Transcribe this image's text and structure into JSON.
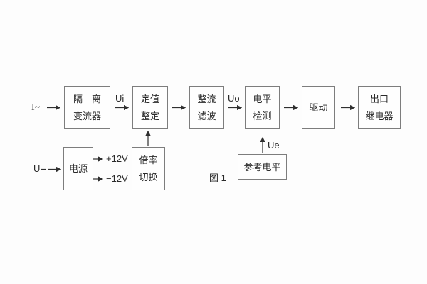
{
  "figure": {
    "caption": "图 1"
  },
  "labels": {
    "input_current": "I~",
    "input_voltage": "U",
    "ui": "Ui",
    "uo": "Uo",
    "ue": "Ue",
    "plus_12v": "+12V",
    "minus_12v": "−12V"
  },
  "blocks": {
    "isolation_transformer": {
      "line1": "隔　离",
      "line2": "变流器"
    },
    "setting_adjust": {
      "line1": "定值",
      "line2": "整定"
    },
    "rectify_filter": {
      "line1": "整流",
      "line2": "滤波"
    },
    "level_detect": {
      "line1": "电平",
      "line2": "检测"
    },
    "drive": {
      "line1": "驱动"
    },
    "outlet_relay": {
      "line1": "出口",
      "line2": "继电器"
    },
    "power_supply": {
      "line1": "电源"
    },
    "ratio_switch": {
      "line1": "倍率",
      "line2": "切换"
    },
    "reference_level": {
      "line1": "参考电平"
    }
  },
  "colors": {
    "background": "#fdfdfd",
    "box_border": "#7d7d7d",
    "text": "#2a2a2a",
    "arrow": "#2f2f2f"
  }
}
